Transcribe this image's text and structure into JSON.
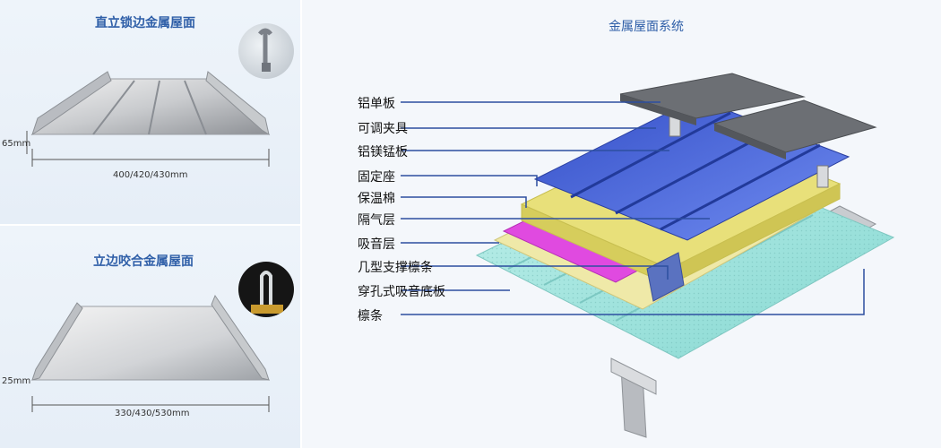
{
  "standing_seam": {
    "title": "直立锁边金属屋面",
    "height_dim": "65mm",
    "width_dim": "400/420/430mm"
  },
  "edge_bite": {
    "title": "立边咬合金属屋面",
    "height_dim": "25mm",
    "width_dim": "330/430/530mm"
  },
  "system": {
    "title": "金属屋面系统",
    "layers": [
      "铝单板",
      "可调夹具",
      "铝镁锰板",
      "固定座",
      "保温棉",
      "隔气层",
      "吸音层",
      "几型支撑檩条",
      "穿孔式吸音底板",
      "檩条"
    ]
  },
  "colors": {
    "title_blue": "#2f5fa8",
    "leader_line": "#2d4fa0",
    "roof_blue": "#3f63d8",
    "insulation_yellow": "#e8e07a",
    "vapor_magenta": "#e04ae0",
    "perforated_cyan": "#9fe6e0"
  }
}
